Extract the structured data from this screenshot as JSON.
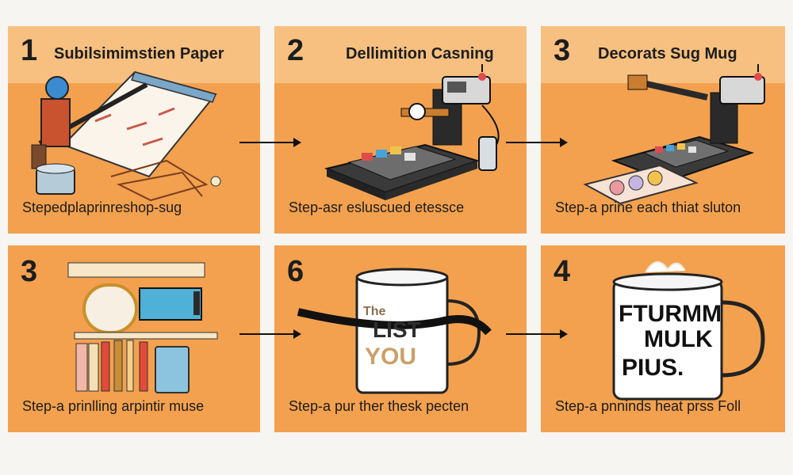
{
  "colors": {
    "panel": "#f3a14f",
    "header": "#f8c080",
    "background": "#f7f5f1",
    "ink": "#1d1d1d"
  },
  "steps": [
    {
      "number": "1",
      "title": "Subilsimimstien Paper",
      "caption": "Stepedplaprinreshop-sug",
      "illustration": "worker-printing-sublimation-paper"
    },
    {
      "number": "2",
      "title": "Dellimition Casning",
      "caption": "Step-asr esluscued etessce",
      "illustration": "heat-press-machine"
    },
    {
      "number": "3",
      "title": "Decorats Sug Mug",
      "caption": "Step-a prine each thiat sluton",
      "illustration": "heat-press-with-prints"
    },
    {
      "number": "3",
      "title": "",
      "caption": "Step-a prinlling arpintir muse",
      "illustration": "printing-supplies"
    },
    {
      "number": "6",
      "title": "",
      "caption": "Step-a pur ther thesk pecten",
      "illustration": "mug-with-press-band"
    },
    {
      "number": "4",
      "title": "",
      "caption": "Step-a pnninds heat prss Foll",
      "illustration": "finished-steaming-mug"
    }
  ],
  "mug1_text": [
    "The",
    "LIST",
    "YOU"
  ],
  "mug2_text": [
    "FTURMM",
    "MULK",
    "PIUS."
  ]
}
